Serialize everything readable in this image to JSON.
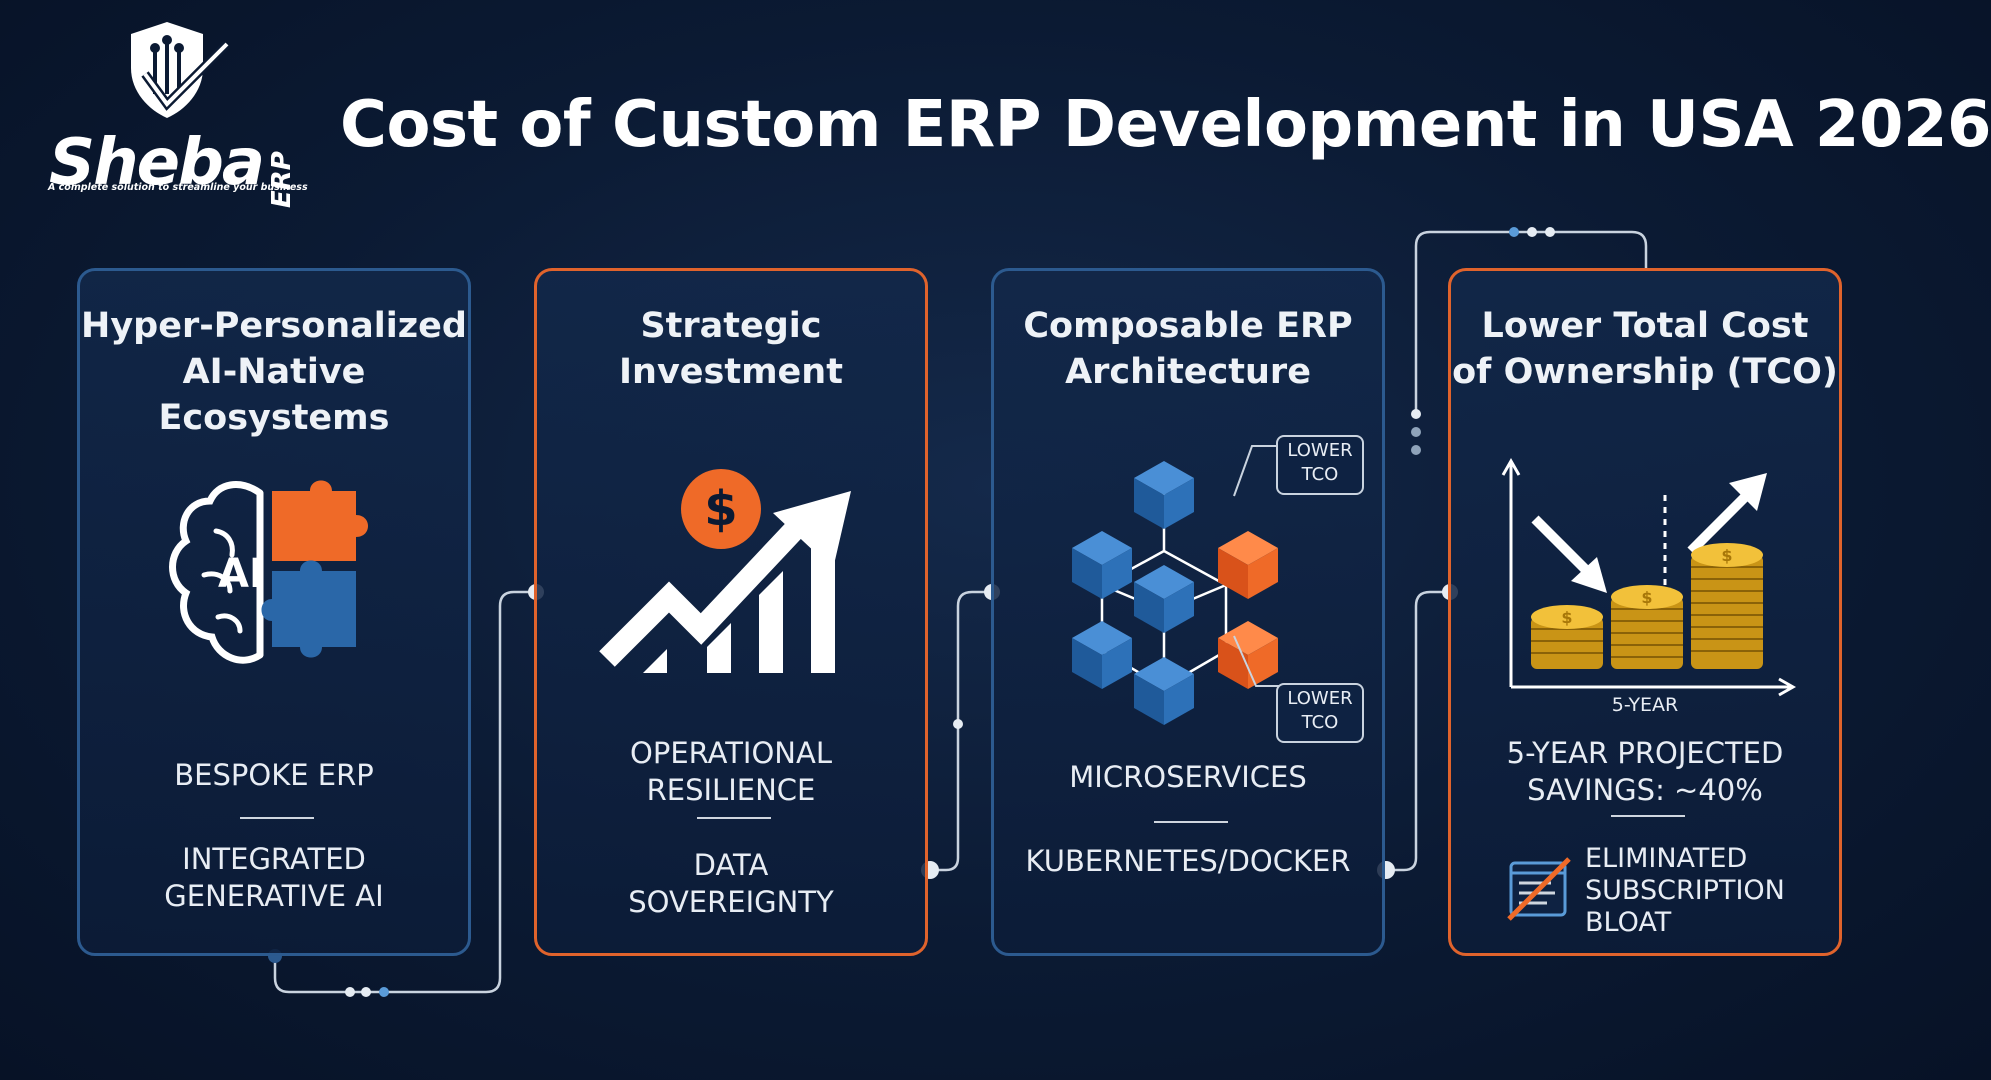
{
  "header": {
    "title": "Cost of Custom ERP Development in USA 2026",
    "logo": {
      "name": "Sheba",
      "side_text": "ERP",
      "tagline": "A complete solution to streamline your business"
    }
  },
  "cards": [
    {
      "title": "Hyper-Personalized\nAI-Native\nEcosystems",
      "icon": "brain-puzzle-icon",
      "icon_label": "AI",
      "text_primary": "BESPOKE ERP",
      "text_secondary": "INTEGRATED\nGENERATIVE AI"
    },
    {
      "title": "Strategic\nInvestment",
      "icon": "growth-chart-dollar-icon",
      "icon_label": "$",
      "text_primary": "OPERATIONAL\nRESILIENCE",
      "text_secondary": "DATA\nSOVEREIGNTY"
    },
    {
      "title": "Composable ERP\nArchitecture",
      "icon": "cube-network-icon",
      "callouts": [
        "LOWER\nTCO",
        "LOWER\nTCO"
      ],
      "text_primary": "MICROSERVICES",
      "text_secondary": "KUBERNETES/DOCKER"
    },
    {
      "title": "Lower Total Cost\nof Ownership (TCO)",
      "icon": "coin-stacks-chart-icon",
      "icon_label": "$",
      "axis_label": "5-YEAR",
      "text_primary": "5-YEAR PROJECTED\nSAVINGS: ~40%",
      "text_secondary": "ELIMINATED\nSUBSCRIPTION\nBLOAT",
      "secondary_icon": "no-subscription-icon"
    }
  ],
  "colors": {
    "background": "#0b1a33",
    "blue_border": "#2c5a8f",
    "orange_border": "#e0632c",
    "accent_orange": "#ef6a28",
    "accent_blue": "#2a67a8",
    "coin_gold": "#e6b32a"
  }
}
